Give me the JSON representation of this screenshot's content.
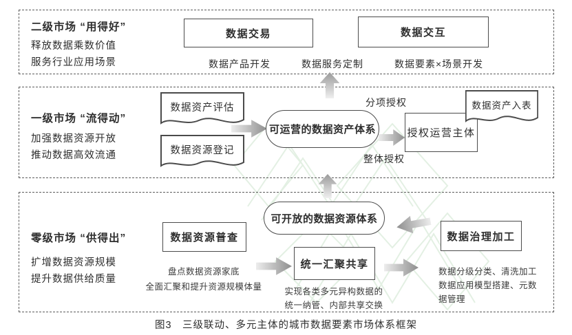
{
  "caption": "图3　三级联动、多元主体的城市数据要素市场体系框架",
  "colors": {
    "background": "#ffffff",
    "text": "#2e2e2e",
    "box_border": "#4a4a4a",
    "panel_border": "#5a5a5a",
    "arrow_gray": "#8e8e8e",
    "watermark_green": "#cde4cd"
  },
  "secondary_market": {
    "title": "二级市场 “用得好”",
    "desc1": "释放数据乘数价值",
    "desc2": "服务行业应用场景",
    "box_trade": "数据交易",
    "box_interact": "数据交互",
    "label_product": "数据产品开发",
    "label_service": "数据服务定制",
    "label_scene": "数据要素×场景开发"
  },
  "primary_market": {
    "title": "一级市场 “流得动”",
    "desc1": "加强数据资源开放",
    "desc2": "推动数据高效流通",
    "doc_eval": "数据资产评估",
    "doc_register": "数据资源登记",
    "stadium": "可运营的数据资产体系",
    "box_operator": "授权运营主体",
    "doc_balance": "数据资产入表",
    "label_item_auth": "分项授权",
    "label_whole_auth": "整体授权"
  },
  "zero_market": {
    "title": "零级市场 “供得出”",
    "desc1": "扩增数据资源规模",
    "desc2": "提升数据供给质量",
    "stadium": "可开放的数据资源体系",
    "box_census": "数据资源普查",
    "census_note1": "盘点数据资源家底",
    "census_note2": "全面汇聚和提升资源规模体量",
    "box_share": "统一汇聚共享",
    "share_note1": "实现各类多元异构数据的",
    "share_note2": "统一纳管、内部共享交换",
    "box_governance": "数据治理加工",
    "governance_note1": "数据分级分类、清洗加工",
    "governance_note2": "数据应用模型搭建、元数",
    "governance_note3": "据管理"
  }
}
